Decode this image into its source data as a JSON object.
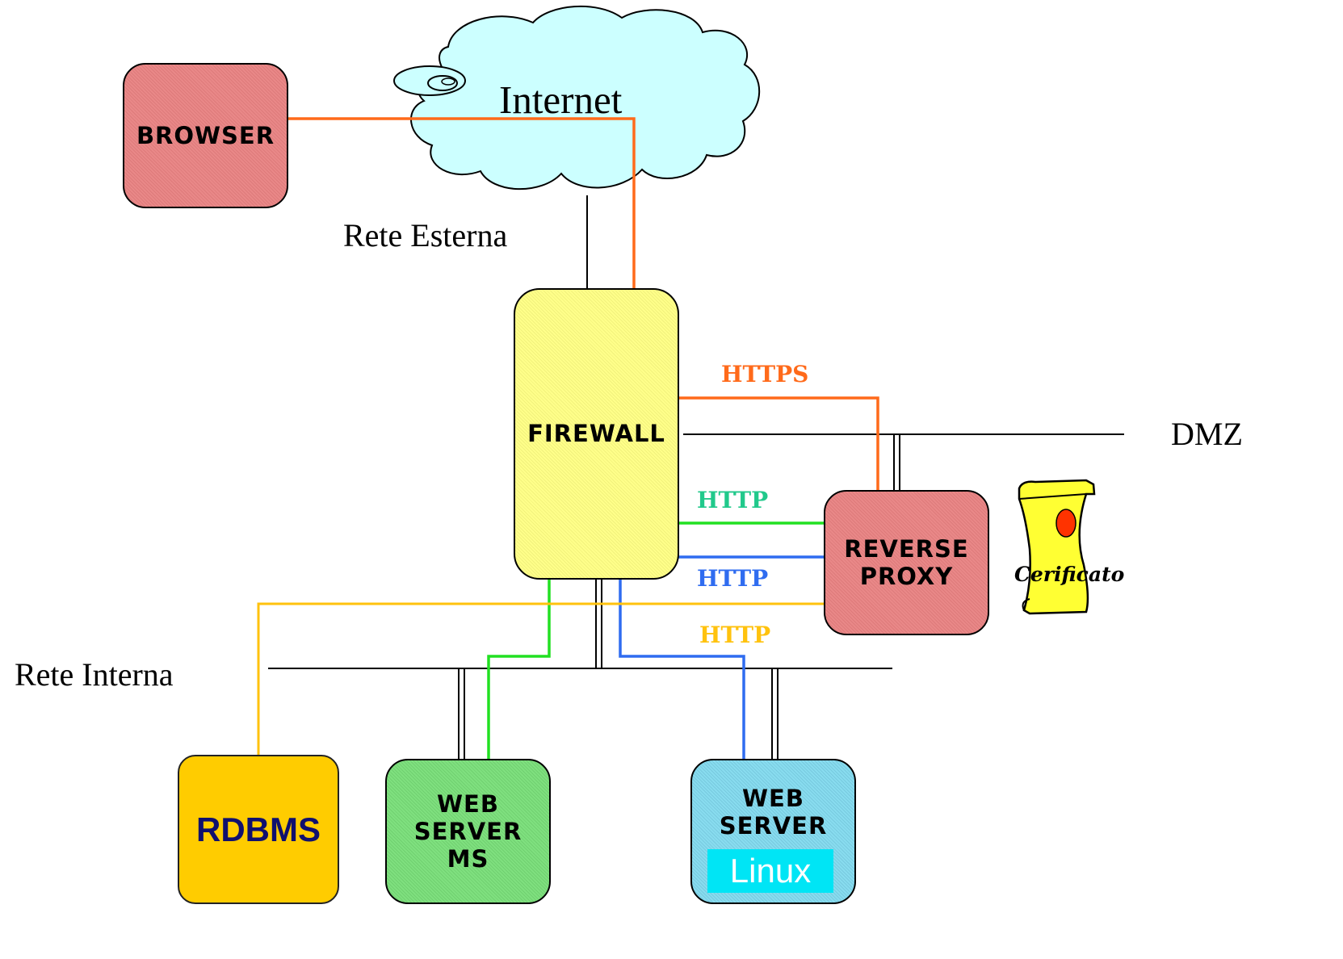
{
  "nodes": {
    "browser": "BROWSER",
    "firewall": "FIREWALL",
    "reverse_proxy": [
      "REVERSE",
      "PROXY"
    ],
    "rdbms": "RDBMS",
    "web_server_ms": [
      "WEB",
      "SERVER",
      "MS"
    ],
    "web_server_linux": [
      "WEB",
      "SERVER"
    ],
    "linux_tag": "Linux",
    "certificate": "Cerificato"
  },
  "networks": {
    "internet": "Internet",
    "external": "Rete Esterna",
    "internal": "Rete Interna",
    "dmz": "DMZ"
  },
  "connections": [
    {
      "label": "HTTPS",
      "color": "#ff6a1a"
    },
    {
      "label": "HTTP",
      "color": "#21c98b"
    },
    {
      "label": "HTTP",
      "color": "#2f6cf0"
    },
    {
      "label": "HTTP",
      "color": "#ffc20e"
    }
  ],
  "colors": {
    "browser_fill": "#e98888",
    "firewall_fill": "#ffff8a",
    "proxy_fill": "#e98888",
    "rdbms_fill": "#ffcc00",
    "ms_server_fill": "#7fe07f",
    "linux_server_fill": "#88dcef",
    "cloud_fill": "#ccffff",
    "green_path": "#22e022",
    "certificate_fill": "#ffff33"
  }
}
